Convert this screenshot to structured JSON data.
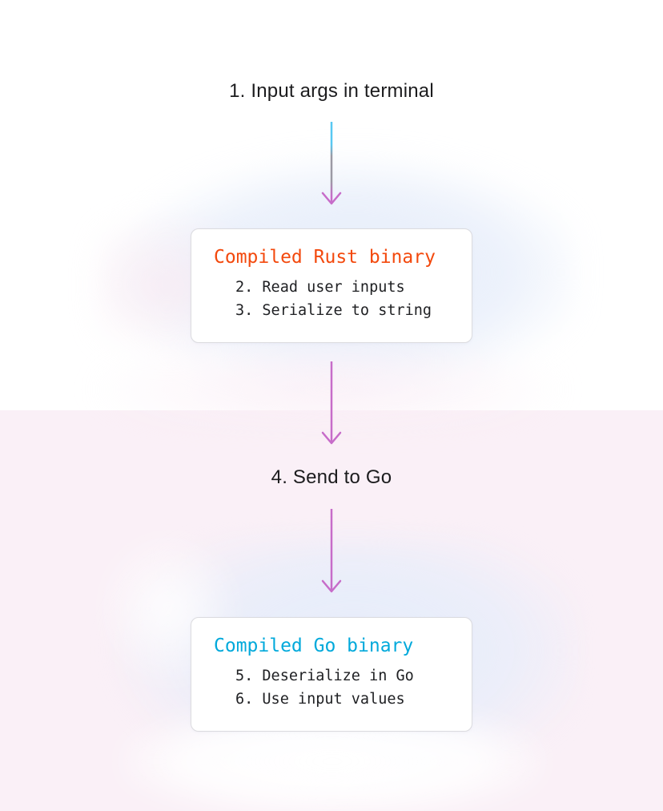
{
  "diagram": {
    "headings": {
      "step1": "1. Input args in terminal",
      "step4": "4. Send to Go"
    },
    "rust_box": {
      "title": "Compiled Rust binary",
      "title_color": "#F3490D",
      "items": [
        "2. Read user inputs",
        "3. Serialize to string"
      ]
    },
    "go_box": {
      "title": "Compiled Go binary",
      "title_color": "#00A9DB",
      "items": [
        "5. Deserialize in Go",
        "6. Use input values"
      ]
    },
    "colors": {
      "arrow_cyan": "#58C8F2",
      "arrow_gray": "#9B99A4",
      "arrow_magenta": "#C76CC9",
      "background_top": "#FFFFFF",
      "background_bottom": "#FAF0F7",
      "blob_blue": "#E6EDFA",
      "box_border": "#DBDBDF",
      "heading_text": "#1C1C1E",
      "body_text": "#202124"
    }
  }
}
